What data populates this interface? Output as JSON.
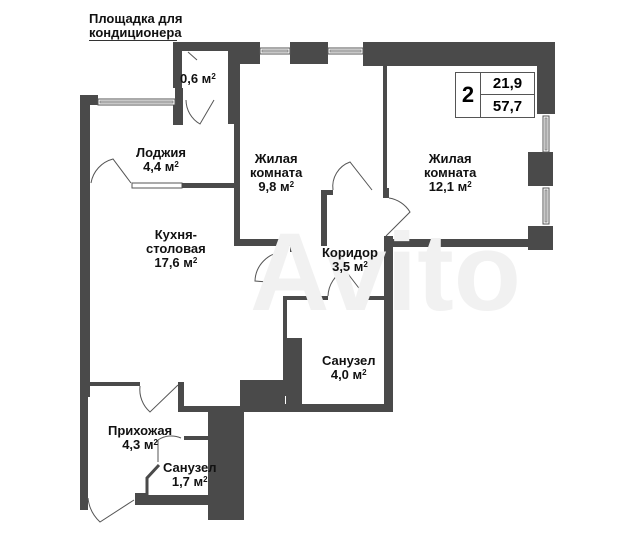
{
  "callout": {
    "line1": "Площадка для",
    "line2": "кондиционера"
  },
  "info_box": {
    "rooms_count": "2",
    "living_area": "21,9",
    "total_area": "57,7"
  },
  "rooms": [
    {
      "id": "ac-platform",
      "name": "",
      "area": "0,6 м",
      "unit_sup": "2"
    },
    {
      "id": "loggia",
      "name": "Лоджия",
      "area": "4,4 м",
      "unit_sup": "2"
    },
    {
      "id": "living-room-1",
      "name": "Жилая",
      "name2": "комната",
      "area": "9,8 м",
      "unit_sup": "2"
    },
    {
      "id": "living-room-2",
      "name": "Жилая",
      "name2": "комната",
      "area": "12,1 м",
      "unit_sup": "2"
    },
    {
      "id": "kitchen-dining",
      "name": "Кухня-",
      "name2": "столовая",
      "area": "17,6 м",
      "unit_sup": "2"
    },
    {
      "id": "corridor",
      "name": "Коридор",
      "area": "3,5 м",
      "unit_sup": "2"
    },
    {
      "id": "bathroom-1",
      "name": "Санузел",
      "area": "4,0 м",
      "unit_sup": "2"
    },
    {
      "id": "hallway",
      "name": "Прихожая",
      "area": "4,3 м",
      "unit_sup": "2"
    },
    {
      "id": "bathroom-2",
      "name": "Санузел",
      "area": "1,7 м",
      "unit_sup": "2"
    }
  ],
  "colors": {
    "wall": "#4a4a4a",
    "background": "#ffffff",
    "text": "#111111"
  }
}
